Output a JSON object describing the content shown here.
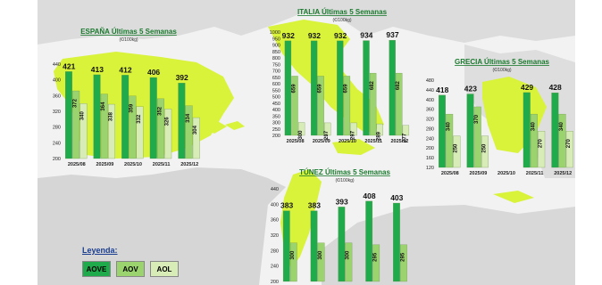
{
  "colors": {
    "aove": "#1faa4b",
    "aov": "#9bd46e",
    "aol": "#d8ecb8",
    "map_land": "#e6e6e6",
    "map_sea": "#f5f5f5",
    "map_highlight": "#d9f23a"
  },
  "legend": {
    "title": "Leyenda:",
    "items": [
      "AOVE",
      "AOV",
      "AOL"
    ]
  },
  "chart_data": [
    {
      "type": "bar",
      "title": "ESPAÑA Últimas 5 Semanas",
      "unit": "(€/100kg)",
      "categories": [
        "2025/08",
        "2025/09",
        "2025/10",
        "2025/11",
        "2025/12"
      ],
      "ylim": [
        200,
        440
      ],
      "yticks": [
        "200",
        "240",
        "280",
        "320",
        "360",
        "400",
        "440"
      ],
      "series": [
        {
          "name": "AOVE",
          "values": [
            421,
            413,
            412,
            406,
            392
          ]
        },
        {
          "name": "AOV",
          "values": [
            372,
            364,
            359,
            352,
            334
          ]
        },
        {
          "name": "AOL",
          "values": [
            340,
            338,
            332,
            326,
            304
          ]
        }
      ]
    },
    {
      "type": "bar",
      "title": "ITALIA Últimas 5 Semanas",
      "unit": "(€/100kg)",
      "categories": [
        "2025/08",
        "2025/09",
        "2025/10",
        "2025/11",
        "2025/12"
      ],
      "ylim": [
        200,
        1000
      ],
      "yticks": [
        "200",
        "250",
        "300",
        "350",
        "400",
        "450",
        "500",
        "550",
        "600",
        "650",
        "700",
        "750",
        "800",
        "850",
        "900",
        "950",
        "1000"
      ],
      "series": [
        {
          "name": "AOVE",
          "values": [
            932,
            932,
            932,
            934,
            937
          ]
        },
        {
          "name": "AOV",
          "values": [
            659,
            659,
            659,
            682,
            682
          ]
        },
        {
          "name": "AOL",
          "values": [
            300,
            297,
            297,
            289,
            277
          ]
        }
      ]
    },
    {
      "type": "bar",
      "title": "GRECIA Últimas 5 Semanas",
      "unit": "(€/100kg)",
      "categories": [
        "2025/08",
        "2025/09",
        "2025/10",
        "2025/11",
        "2025/12"
      ],
      "ylim": [
        120,
        480
      ],
      "yticks": [
        "120",
        "160",
        "200",
        "240",
        "280",
        "320",
        "360",
        "400",
        "440",
        "480"
      ],
      "series": [
        {
          "name": "AOVE",
          "values": [
            418,
            423,
            0,
            429,
            428
          ]
        },
        {
          "name": "AOV",
          "values": [
            340,
            370,
            0,
            340,
            340
          ]
        },
        {
          "name": "AOL",
          "values": [
            250,
            250,
            0,
            270,
            270
          ]
        }
      ]
    },
    {
      "type": "bar",
      "title": "TÚNEZ Últimas 5 Semanas",
      "unit": "(€/100kg)",
      "categories": [
        "",
        "",
        "",
        "",
        ""
      ],
      "ylim": [
        200,
        440
      ],
      "yticks": [
        "200",
        "240",
        "280",
        "320",
        "360",
        "400",
        "440"
      ],
      "series": [
        {
          "name": "AOVE",
          "values": [
            383,
            383,
            393,
            408,
            403
          ]
        },
        {
          "name": "AOV",
          "values": [
            300,
            300,
            300,
            295,
            295
          ]
        },
        {
          "name": "AOL",
          "values": [
            0,
            0,
            0,
            0,
            0
          ]
        }
      ]
    }
  ]
}
